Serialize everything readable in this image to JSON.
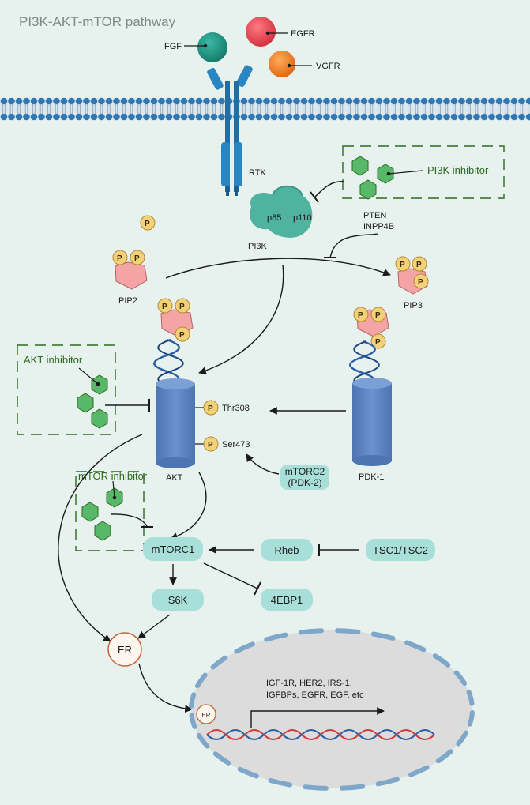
{
  "title": "PI3K-AKT-mTOR pathway",
  "ligands": {
    "fgf": "FGF",
    "egfr": "EGFR",
    "vgfr": "VGFR"
  },
  "receptor": "RTK",
  "pi3k": {
    "p85": "p85",
    "p110": "p110",
    "name": "PI3K"
  },
  "inhibitors": {
    "pi3k": "PI3K inhibitor",
    "akt": "AKT inhibitor",
    "mtor": "mTOR inhibitor"
  },
  "pten": [
    "PTEN",
    "INPP4B"
  ],
  "phospho": "P",
  "lipids": {
    "pip2": "PIP2",
    "pip3": "PIP3"
  },
  "sites": {
    "thr": "Thr308",
    "ser": "Ser473"
  },
  "proteins": {
    "akt": "AKT",
    "pdk1": "PDK-1"
  },
  "mtorc2": [
    "mTORC2",
    "(PDK-2)"
  ],
  "nodes": {
    "mtorc1": "mTORC1",
    "rheb": "Rheb",
    "tsc": "TSC1/TSC2",
    "s6k": "S6K",
    "ebp1": "4EBP1",
    "er": "ER"
  },
  "nucleus": {
    "er": "ER",
    "genes": [
      "IGF-1R, HER2, IRS-1,",
      "IGFBPs, EGFR, EGF. etc"
    ]
  },
  "colors": {
    "background": "#e7f1ee",
    "membrane_head": "#2f78b3",
    "receptor": "#2a86c2",
    "pi3k": "#4fb3a0",
    "pill": "#a8dfd9",
    "inhibitor_hex": "#58b86a",
    "phosphate": "#f3d17a",
    "lipid": "#f4a4a4",
    "akt_cylinder": "#5e86c3",
    "nucleus": "#dcdcdc",
    "dashed_box": "#2d6a1f"
  }
}
